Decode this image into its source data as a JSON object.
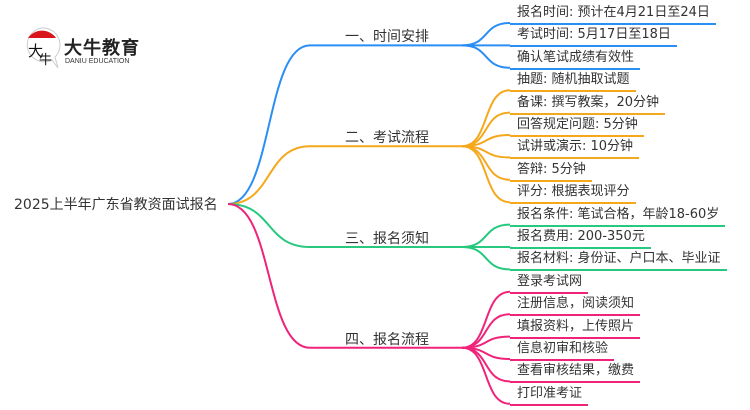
{
  "logo": {
    "name": "大牛教育",
    "subtitle": "DANIU EDUCATION",
    "mark": "大牛"
  },
  "root": "2025上半年广东省教资面试报名",
  "branches": [
    {
      "label": "一、时间安排",
      "color": "#2b8ef5",
      "children": [
        "报名时间: 预计在4月21日至24日",
        "考试时间: 5月17日至18日",
        "确认笔试成绩有效性"
      ]
    },
    {
      "label": "二、考试流程",
      "color": "#f5a81c",
      "children": [
        "抽题: 随机抽取试题",
        "备课: 撰写教案，20分钟",
        "回答规定问题: 5分钟",
        "试讲或演示: 10分钟",
        "答辩: 5分钟",
        "评分: 根据表现评分"
      ]
    },
    {
      "label": "三、报名须知",
      "color": "#27c97f",
      "children": [
        "报名条件: 笔试合格，年龄18-60岁",
        "报名费用: 200-350元",
        "报名材料: 身份证、户口本、毕业证"
      ]
    },
    {
      "label": "四、报名流程",
      "color": "#f0237a",
      "children": [
        "登录考试网",
        "注册信息，阅读须知",
        "填报资料，上传照片",
        "信息初审和核验",
        "查看审核结果，缴费",
        "打印准考证"
      ]
    }
  ]
}
